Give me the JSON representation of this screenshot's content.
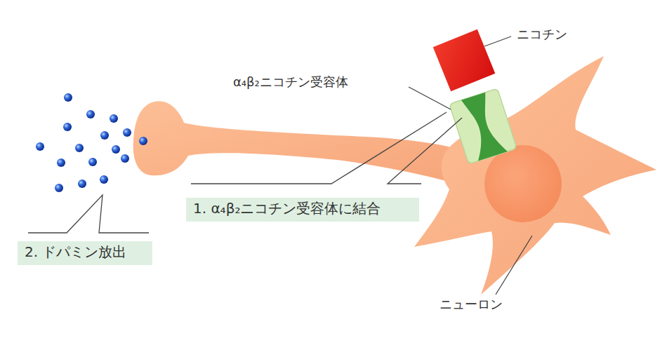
{
  "diagram": {
    "nodes": [
      {
        "text": [
          "1. α₄β₂ニコチン受容体に結合"
        ]
      },
      {
        "text": [
          "2. ドパミン放出"
        ]
      }
    ],
    "labels": [
      "ニコチン",
      "α₄β₂ニコチン受容体",
      "ニューロン"
    ]
  }
}
